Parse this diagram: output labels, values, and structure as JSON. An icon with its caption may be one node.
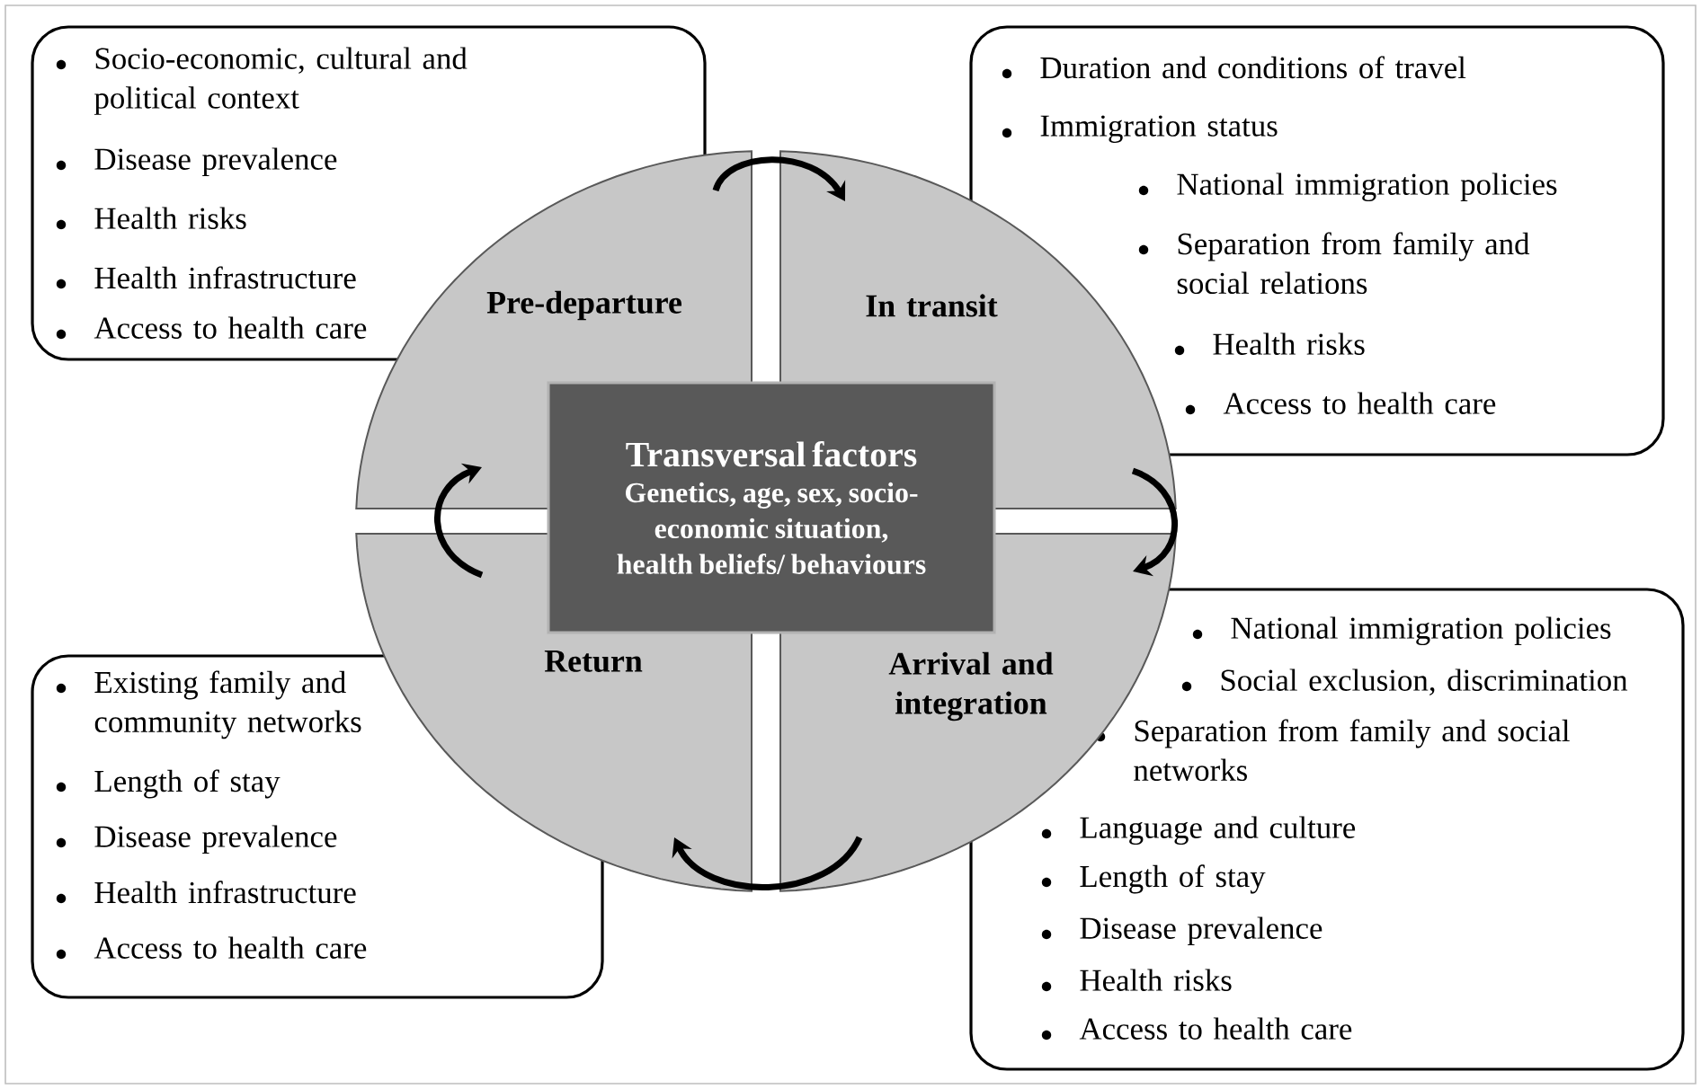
{
  "diagram": {
    "nodes": [
      {
        "text": [
          "Socio-economic, cultural and political context",
          "Disease prevalence",
          "Health risks",
          "Health infrastructure",
          "Access to health care"
        ]
      },
      {
        "text": [
          "Duration and conditions of travel",
          "Immigration status",
          "National immigration policies",
          "Separation from family and social relations",
          "Health risks",
          "Access to health care"
        ]
      },
      {
        "text": [
          "Pre-departure"
        ]
      },
      {
        "text": [
          "In transit"
        ]
      },
      {
        "text": [
          "Transversal factors",
          "Genetics, age, sex, socio-economic situation, health beliefs/ behaviours"
        ]
      },
      {
        "text": [
          "Return"
        ]
      },
      {
        "text": [
          "Arrival and integration"
        ]
      },
      {
        "text": [
          "Existing family and community networks",
          "Length of stay",
          "Disease prevalence",
          "Health infrastructure",
          "Access to health care"
        ]
      },
      {
        "text": [
          "National immigration policies",
          "Social exclusion, discrimination",
          "Separation from family and social networks",
          "Language and culture",
          "Length of stay",
          "Disease prevalence",
          "Health risks",
          "Access to health care"
        ]
      }
    ],
    "edges": [
      {
        "from": 2,
        "to": 3,
        "arrow": "to"
      },
      {
        "from": 3,
        "to": 6,
        "arrow": "to"
      },
      {
        "from": 6,
        "to": 5,
        "arrow": "to"
      },
      {
        "from": 5,
        "to": 2,
        "arrow": "to"
      }
    ]
  }
}
